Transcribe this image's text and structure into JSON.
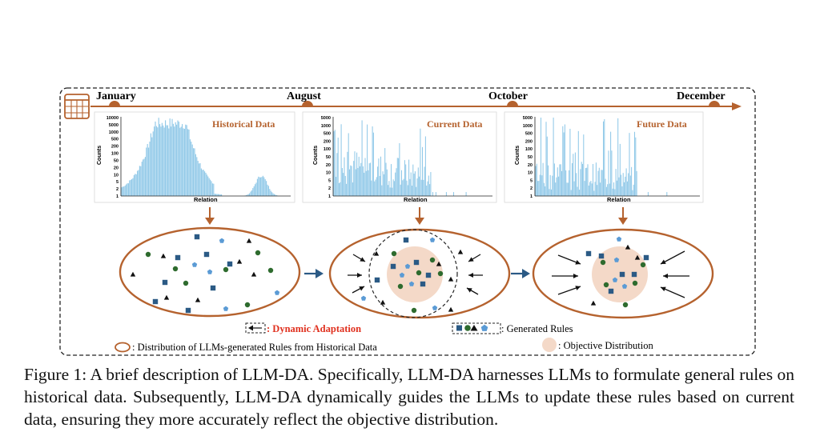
{
  "timeline": {
    "months": [
      "January",
      "August",
      "October",
      "December"
    ],
    "icon": "calendar-icon"
  },
  "charts": [
    {
      "title": "Historical Data",
      "xlabel": "Relation",
      "ylabel": "Counts",
      "yticks": [
        "1",
        "2",
        "5",
        "10",
        "20",
        "50",
        "100",
        "200",
        "500",
        "1000",
        "5000",
        "10000"
      ]
    },
    {
      "title": "Current Data",
      "xlabel": "Relation",
      "ylabel": "Counts",
      "yticks": [
        "1",
        "2",
        "5",
        "10",
        "20",
        "50",
        "100",
        "200",
        "500",
        "1000",
        "5000"
      ]
    },
    {
      "title": "Future Data",
      "xlabel": "Relation",
      "ylabel": "Counts",
      "yticks": [
        "1",
        "2",
        "5",
        "10",
        "20",
        "50",
        "100",
        "200",
        "500",
        "1000",
        "5000"
      ]
    }
  ],
  "legend": {
    "dynamic_adaptation": ": Dynamic Adaptation",
    "generated_rules": ": Generated Rules",
    "distribution": ": Distribution of LLMs-generated Rules from Historical Data",
    "objective": ": Objective Distribution"
  },
  "colors": {
    "accent": "#b5622e",
    "bars": "#8fc8e8",
    "objective_fill": "#f4d9c8",
    "dynamic_text": "#e0301e",
    "marker_square": "#2b5a85",
    "marker_circle": "#2e6b2e",
    "marker_triangle": "#111111",
    "marker_pentagon": "#5b9bd5"
  },
  "caption": "Figure 1: A brief description of LLM-DA. Specifically, LLM-DA harnesses LLMs to formulate general rules on historical data. Subsequently, LLM-DA dynamically guides the LLMs to update these rules based on current data, ensuring they more accurately reflect the objective distribution."
}
